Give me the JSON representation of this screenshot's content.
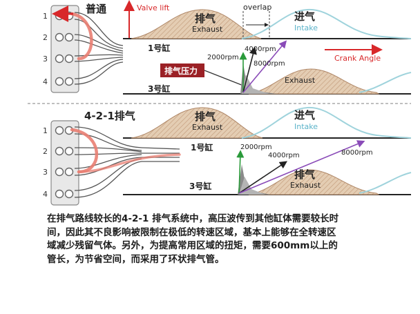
{
  "top_panel": {
    "title": "普通",
    "cylinder_numbers": [
      "1",
      "2",
      "3",
      "4"
    ],
    "y_axis_label": "Valve lift",
    "x_axis_label": "Crank Angle",
    "overlap_label": "overlap",
    "exhaust_cn": "排气",
    "exhaust_en": "Exhaust",
    "intake_cn": "进气",
    "intake_en": "Intake",
    "cyl1_label": "1号缸",
    "cyl3_label": "3号缸",
    "pressure_tag": "排气压力",
    "rpm_labels": [
      "4000rpm",
      "2000rpm",
      "8000rpm"
    ],
    "cyl3_exhaust_en": "Exhaust"
  },
  "bottom_panel": {
    "title": "4-2-1排气",
    "cylinder_numbers": [
      "1",
      "2",
      "3",
      "4"
    ],
    "exhaust_cn": "排气",
    "exhaust_en": "Exhaust",
    "intake_cn": "进气",
    "intake_en": "Intake",
    "cyl1_label": "1号缸",
    "cyl3_label": "3号缸",
    "rpm_labels": [
      "2000rpm",
      "4000rpm",
      "8000rpm"
    ],
    "cyl3_exhaust_cn": "排气",
    "cyl3_exhaust_en": "Exhaust"
  },
  "caption_lines": [
    "在排气路线较长的4-2-1 排气系统中，高压波传到其他缸体需要较长时",
    "间，因此其不良影响被限制在极低的转速区域，基本上能够在全转速区",
    "域减少残留气体。另外，为提高常用区域的扭矩，需要600mm以上的",
    "管长，为节省空间，而采用了环状排气管。"
  ],
  "colors": {
    "exhaust_fill": "#e2c9ae",
    "intake_line": "#9fd3dc",
    "intake_text": "#5bb3c9",
    "red_accent": "#d8282a",
    "pressure_tag_bg": "#9b2126",
    "rpm_2000": "#2a9a3a",
    "rpm_4000": "#222222",
    "rpm_8000": "#8a4bb8"
  }
}
